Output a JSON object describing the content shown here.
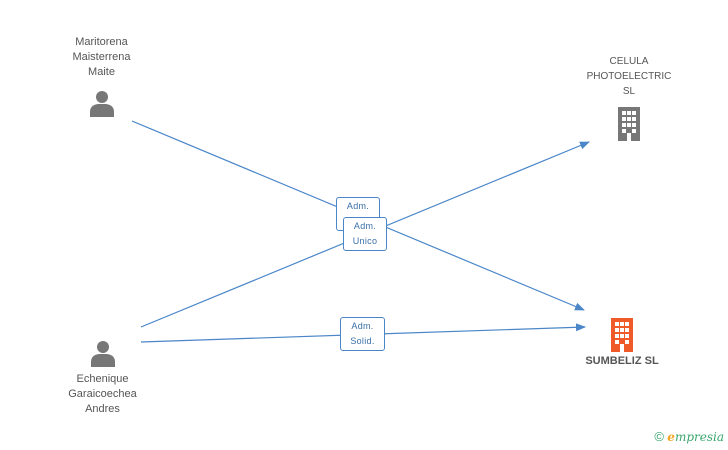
{
  "nodes": {
    "person_maritorena": {
      "label": "Maritorena\nMaisterrena\nMaite",
      "icon": "person-icon"
    },
    "person_echenique": {
      "label": "Echenique\nGaraicoechea\nAndres",
      "icon": "person-icon"
    },
    "company_celula": {
      "label": "CELULA\nPHOTOELECTRIC\nSL",
      "icon": "building-icon",
      "color": "#777777"
    },
    "company_sumbeliz": {
      "label": "SUMBELIZ SL",
      "icon": "building-icon",
      "color": "#f05a28"
    }
  },
  "edges": {
    "adm_1": "Adm.",
    "adm_unico": "Adm.\nUnico",
    "adm_solid": "Adm.\nSolid."
  },
  "colors": {
    "edge": "#4a86c8",
    "person": "#777777"
  },
  "footer": {
    "copyright": "©",
    "brand_e": "e",
    "brand_rest": "mpresia"
  }
}
